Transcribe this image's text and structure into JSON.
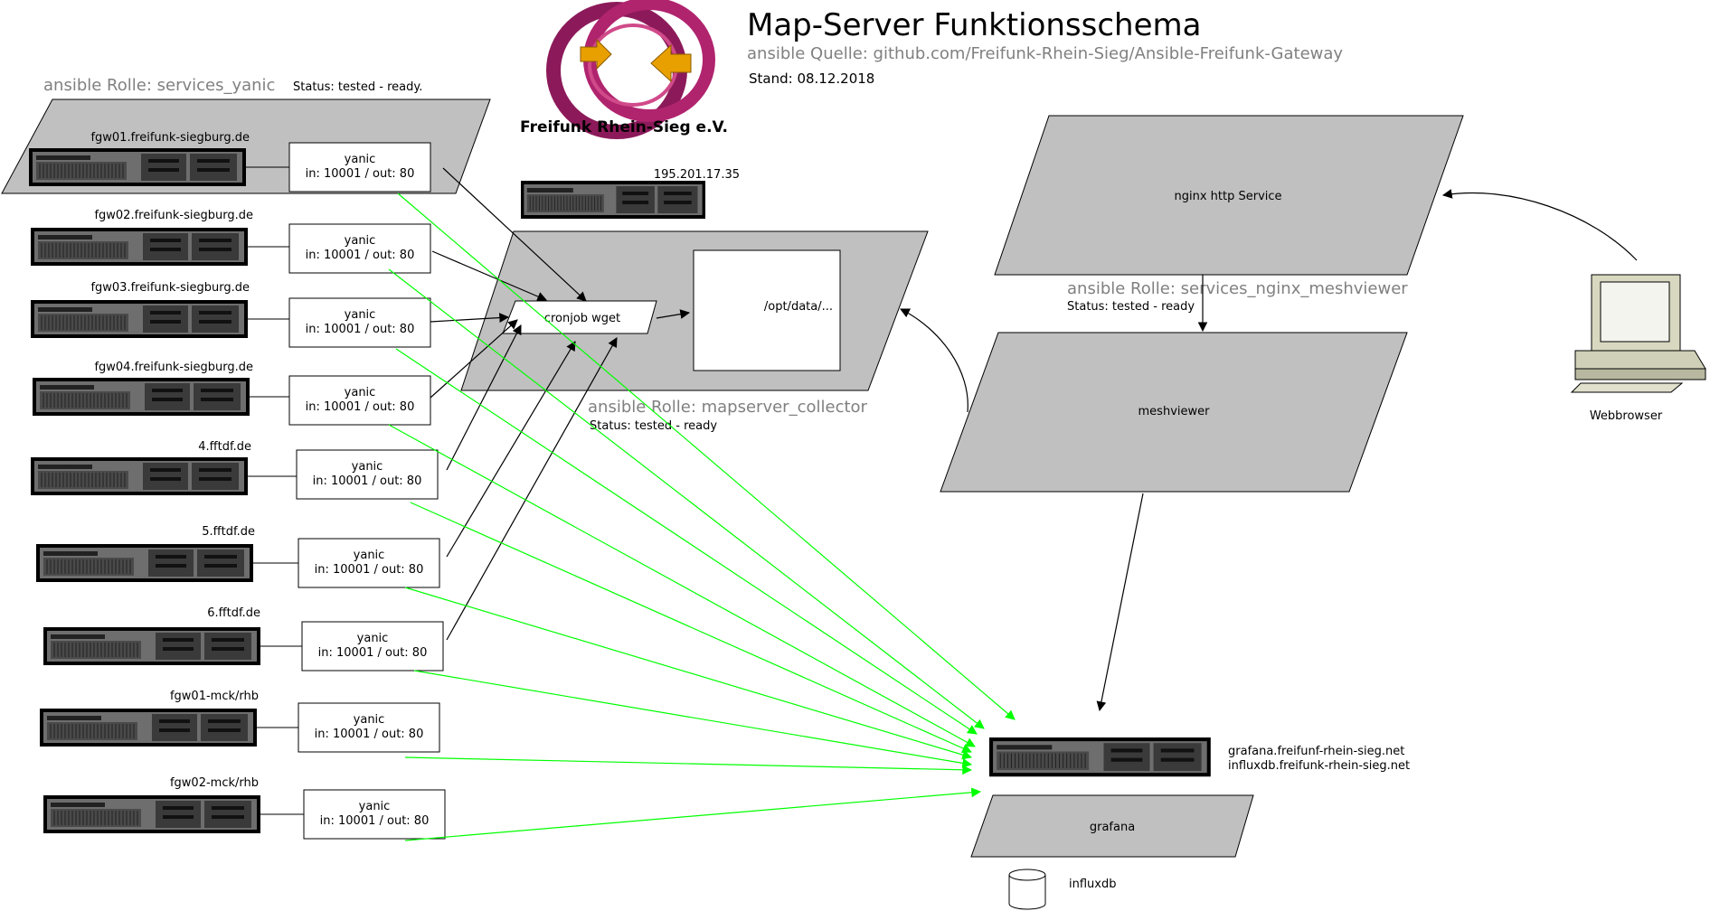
{
  "header": {
    "title": "Map-Server Funktionsschema",
    "source": "ansible Quelle: github.com/Freifunk-Rhein-Sieg/Ansible-Freifunk-Gateway",
    "date": "Stand: 08.12.2018",
    "logo_text": "Freifunk Rhein-Sieg e.V."
  },
  "yanic_role": {
    "label": "ansible Rolle: services_yanic",
    "status": "Status: tested - ready."
  },
  "gateways": [
    {
      "host": "fgw01.freifunk-siegburg.de",
      "service": "yanic",
      "ports": "in: 10001 / out: 80"
    },
    {
      "host": "fgw02.freifunk-siegburg.de",
      "service": "yanic",
      "ports": "in: 10001 / out: 80"
    },
    {
      "host": "fgw03.freifunk-siegburg.de",
      "service": "yanic",
      "ports": "in: 10001 / out: 80"
    },
    {
      "host": "fgw04.freifunk-siegburg.de",
      "service": "yanic",
      "ports": "in: 10001 / out: 80"
    },
    {
      "host": "4.fftdf.de",
      "service": "yanic",
      "ports": "in: 10001 / out: 80"
    },
    {
      "host": "5.fftdf.de",
      "service": "yanic",
      "ports": "in: 10001 / out: 80"
    },
    {
      "host": "6.fftdf.de",
      "service": "yanic",
      "ports": "in: 10001 / out: 80"
    },
    {
      "host": "fgw01-mck/rhb",
      "service": "yanic",
      "ports": "in: 10001 / out: 80"
    },
    {
      "host": "fgw02-mck/rhb",
      "service": "yanic",
      "ports": "in: 10001 / out: 80"
    }
  ],
  "collector": {
    "ip": "195.201.17.35",
    "cronjob": "cronjob wget",
    "data_path": "/opt/data/...",
    "role": "ansible Rolle: mapserver_collector",
    "status": "Status: tested - ready"
  },
  "nginx": {
    "service": "nginx http Service",
    "role": "ansible Rolle: services_nginx_meshviewer",
    "status": "Status: tested - ready",
    "meshviewer": "meshviewer"
  },
  "client": {
    "label": "Webbrowser"
  },
  "grafana": {
    "host1": "grafana.freifunf-rhein-sieg.net",
    "host2": "influxdb.freifunk-rhein-sieg.net",
    "label": "grafana",
    "db": "influxdb"
  },
  "colors": {
    "green_line": "#00ff00",
    "panel": "#c0c0c0"
  }
}
